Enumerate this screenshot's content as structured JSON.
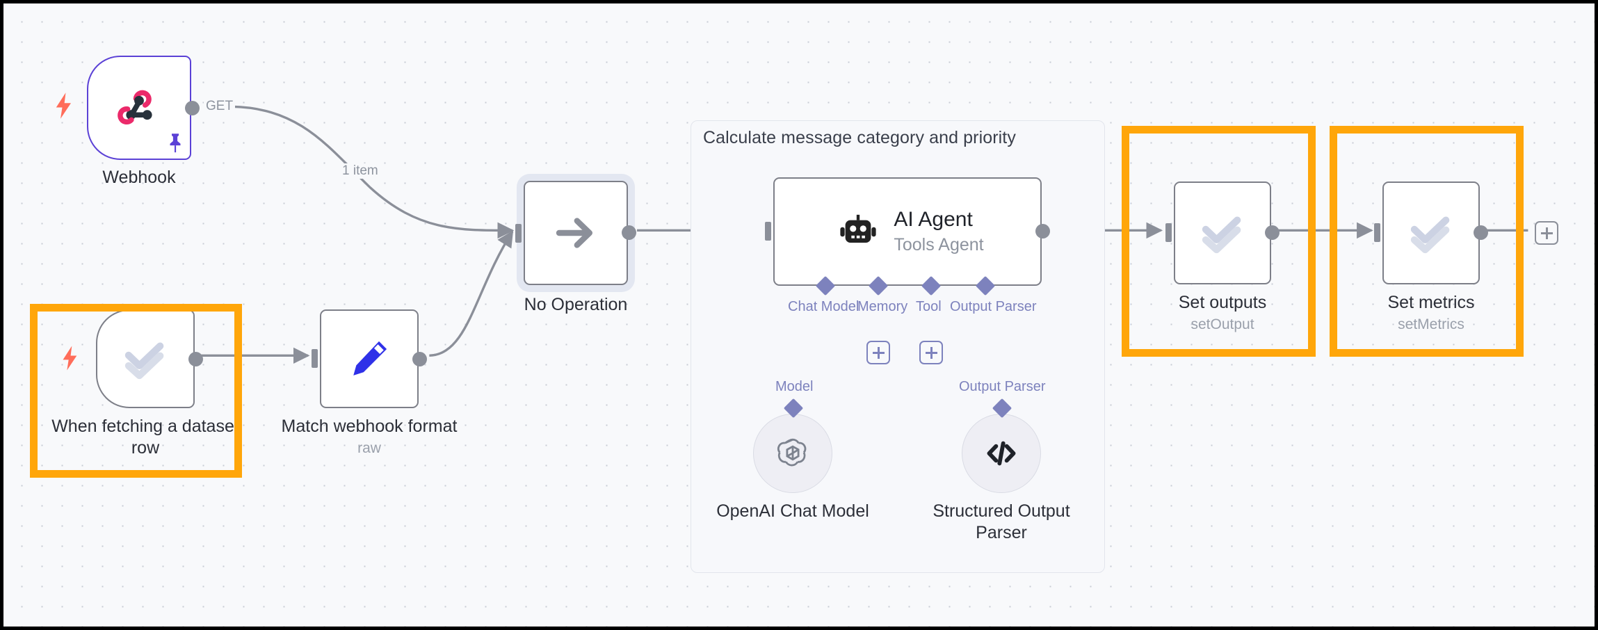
{
  "canvas": {
    "background_color": "#f8f9fb",
    "grid_dot_color": "#c7ccd4",
    "highlight_color": "#ffa60a",
    "accent_violet": "#5b41d6",
    "connector_gray": "#8b8f99"
  },
  "group": {
    "title": "Calculate message category and priority"
  },
  "nodes": {
    "webhook": {
      "label": "Webhook",
      "icon": "webhook-icon",
      "output_label": "GET",
      "badges": [
        "lightning-bolt-icon",
        "pin-icon"
      ],
      "highlighted": false
    },
    "when_fetching": {
      "label": "When fetching a dataset\nrow",
      "icon": "evaluation-check-icon",
      "badges": [
        "lightning-bolt-icon"
      ],
      "highlighted": true
    },
    "match_webhook": {
      "label": "Match webhook format",
      "sublabel": "raw",
      "icon": "edit-pencil-icon",
      "highlighted": false
    },
    "no_operation": {
      "label": "No Operation",
      "icon": "arrow-right-icon",
      "selected": true,
      "highlighted": false
    },
    "ai_agent": {
      "label": "AI Agent",
      "sublabel": "Tools Agent",
      "icon": "robot-icon",
      "highlighted": false,
      "sub_ports": [
        {
          "label": "Chat Model",
          "name": "chat-model-port"
        },
        {
          "label": "Memory",
          "name": "memory-port"
        },
        {
          "label": "Tool",
          "name": "tool-port"
        },
        {
          "label": "Output Parser",
          "name": "output-parser-port"
        }
      ]
    },
    "openai_chat_model": {
      "label": "OpenAI Chat Model",
      "icon": "openai-icon",
      "connection_label": "Model"
    },
    "structured_output_parser": {
      "label": "Structured Output\nParser",
      "icon": "code-brackets-icon",
      "connection_label": "Output Parser"
    },
    "set_outputs": {
      "label": "Set outputs",
      "sublabel": "setOutput",
      "icon": "evaluation-check-icon",
      "highlighted": true
    },
    "set_metrics": {
      "label": "Set metrics",
      "sublabel": "setMetrics",
      "icon": "evaluation-check-icon",
      "highlighted": true
    }
  },
  "edges": {
    "webhook_to_noop_label": "1 item",
    "webhook_out_label": "GET"
  },
  "buttons": {
    "add_node_end": "+",
    "add_memory": "+",
    "add_tool": "+"
  }
}
